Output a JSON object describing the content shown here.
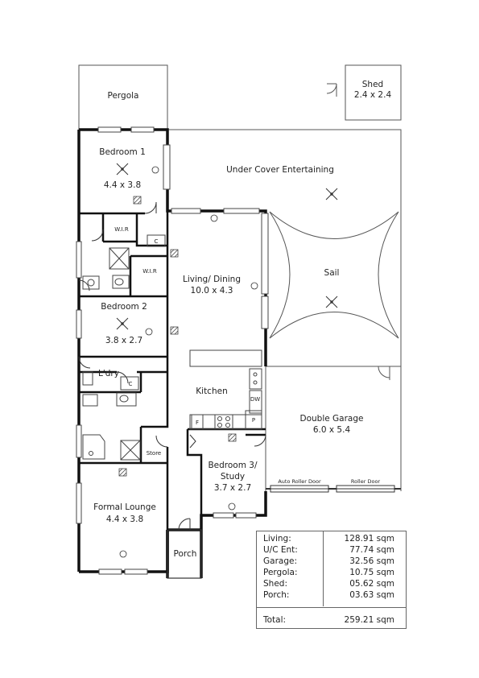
{
  "rooms": {
    "pergola": {
      "name": "Pergola"
    },
    "shed": {
      "name": "Shed",
      "size": "2.4 x 2.4"
    },
    "bedroom1": {
      "name": "Bedroom 1",
      "size": "4.4 x 3.8"
    },
    "under_cover": {
      "name": "Under Cover Entertaining"
    },
    "sail": {
      "name": "Sail"
    },
    "wir1": {
      "name": "W.I.R"
    },
    "wir2": {
      "name": "W.I.R"
    },
    "living_dining": {
      "name": "Living/ Dining",
      "size": "10.0 x 4.3"
    },
    "bedroom2": {
      "name": "Bedroom 2",
      "size": "3.8 x 2.7"
    },
    "laundry": {
      "name": "L'dry"
    },
    "kitchen": {
      "name": "Kitchen"
    },
    "double_garage": {
      "name": "Double Garage",
      "size": "6.0 x 5.4"
    },
    "store": {
      "name": "Store"
    },
    "bedroom3": {
      "name": "Bedroom 3/",
      "name2": "Study",
      "size": "3.7 x 2.7"
    },
    "formal_lounge": {
      "name": "Formal Lounge",
      "size": "4.4 x 3.8"
    },
    "porch": {
      "name": "Porch"
    }
  },
  "fixtures": {
    "cupboard": "C",
    "dishwasher": "DW",
    "fridge": "F",
    "pantry": "P",
    "auto_roller_door": "Auto Roller Door",
    "roller_door": "Roller Door"
  },
  "areas": [
    {
      "label": "Living:",
      "value": "128.91 sqm"
    },
    {
      "label": "U/C Ent:",
      "value": "77.74 sqm"
    },
    {
      "label": "Garage:",
      "value": "32.56 sqm"
    },
    {
      "label": "Pergola:",
      "value": "10.75 sqm"
    },
    {
      "label": "Shed:",
      "value": "05.62 sqm"
    },
    {
      "label": "Porch:",
      "value": "03.63 sqm"
    }
  ],
  "total": {
    "label": "Total:",
    "value": "259.21 sqm"
  }
}
